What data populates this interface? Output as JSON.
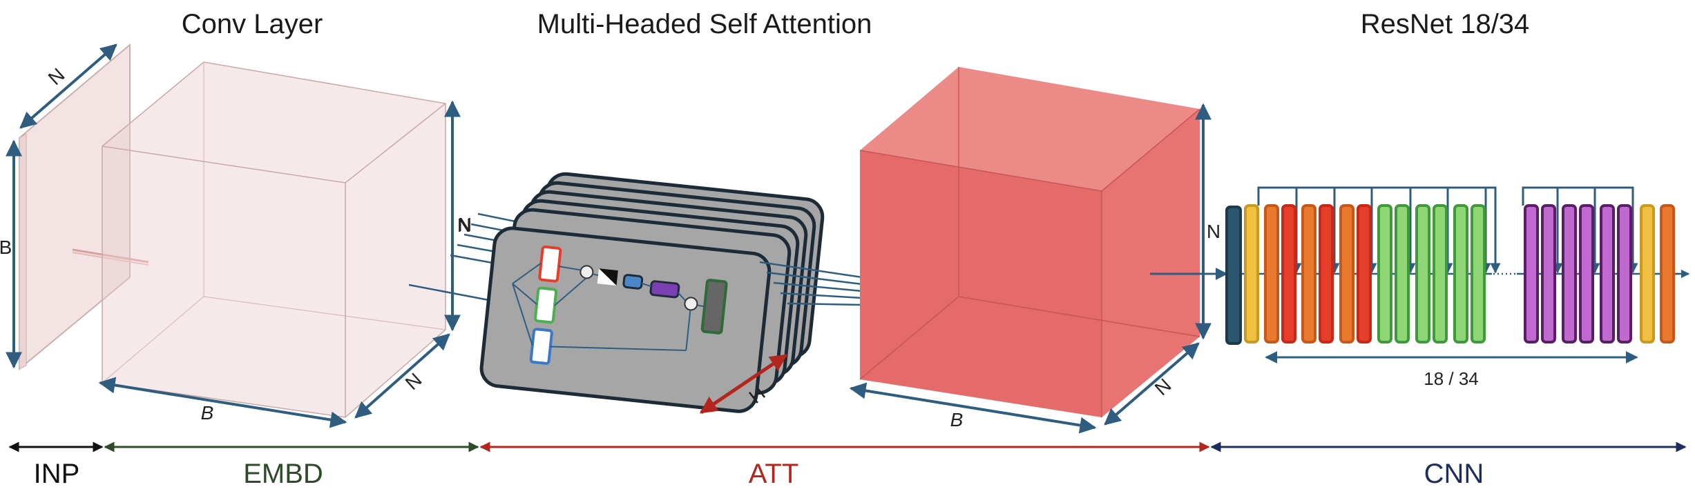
{
  "titles": {
    "conv": "Conv Layer",
    "mhsa": "Multi-Headed Self Attention",
    "resnet": "ResNet 18/34"
  },
  "dims": {
    "input_n": "N",
    "input_b": "B",
    "embed_n_right": "N",
    "embed_b_bottom": "B",
    "embed_n_depth": "N",
    "att_n": "N",
    "att_h": "H",
    "out_n_right": "N",
    "out_b_bottom": "B",
    "out_n_depth": "N"
  },
  "resnet_span": "18 / 34",
  "stages": [
    {
      "label": "INP",
      "color": "#111111"
    },
    {
      "label": "EMBD",
      "color": "#2e4a2a"
    },
    {
      "label": "ATT",
      "color": "#b3261e"
    },
    {
      "label": "CNN",
      "color": "#1f2d5c"
    }
  ],
  "colors": {
    "arrow": "#2f5d7f",
    "embed_cube": "#e8cfcf",
    "output_cube": "#e56b6b",
    "block_dark": "#2b5670",
    "block_yellow": "#f0c040",
    "block_orange": "#e8792e",
    "block_red": "#e53e2a",
    "block_green": "#8fd676",
    "block_purple": "#c06ad0"
  }
}
